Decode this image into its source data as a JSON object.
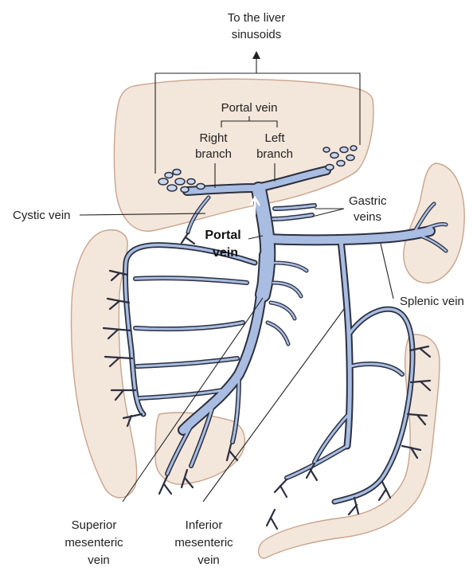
{
  "diagram": {
    "labels": {
      "to_liver_line1": "To the liver",
      "to_liver_line2": "sinusoids",
      "portal_vein_top": "Portal vein",
      "right_branch_line1": "Right",
      "right_branch_line2": "branch",
      "left_branch_line1": "Left",
      "left_branch_line2": "branch",
      "cystic_vein": "Cystic vein",
      "gastric_veins_line1": "Gastric",
      "gastric_veins_line2": "veins",
      "portal_vein_center_line1": "Portal",
      "portal_vein_center_line2": "vein",
      "splenic_vein": "Splenic vein",
      "superior_mesenteric_line1": "Superior",
      "superior_mesenteric_line2": "mesenteric",
      "superior_mesenteric_line3": "vein",
      "inferior_mesenteric_line1": "Inferior",
      "inferior_mesenteric_line2": "mesenteric",
      "inferior_mesenteric_line3": "vein"
    },
    "colors": {
      "organ_fill": "#f3e6da",
      "organ_outline": "#c9a48e",
      "vein_fill": "#a9bde2",
      "vein_outline": "#2b2f3f",
      "text": "#222222"
    }
  }
}
